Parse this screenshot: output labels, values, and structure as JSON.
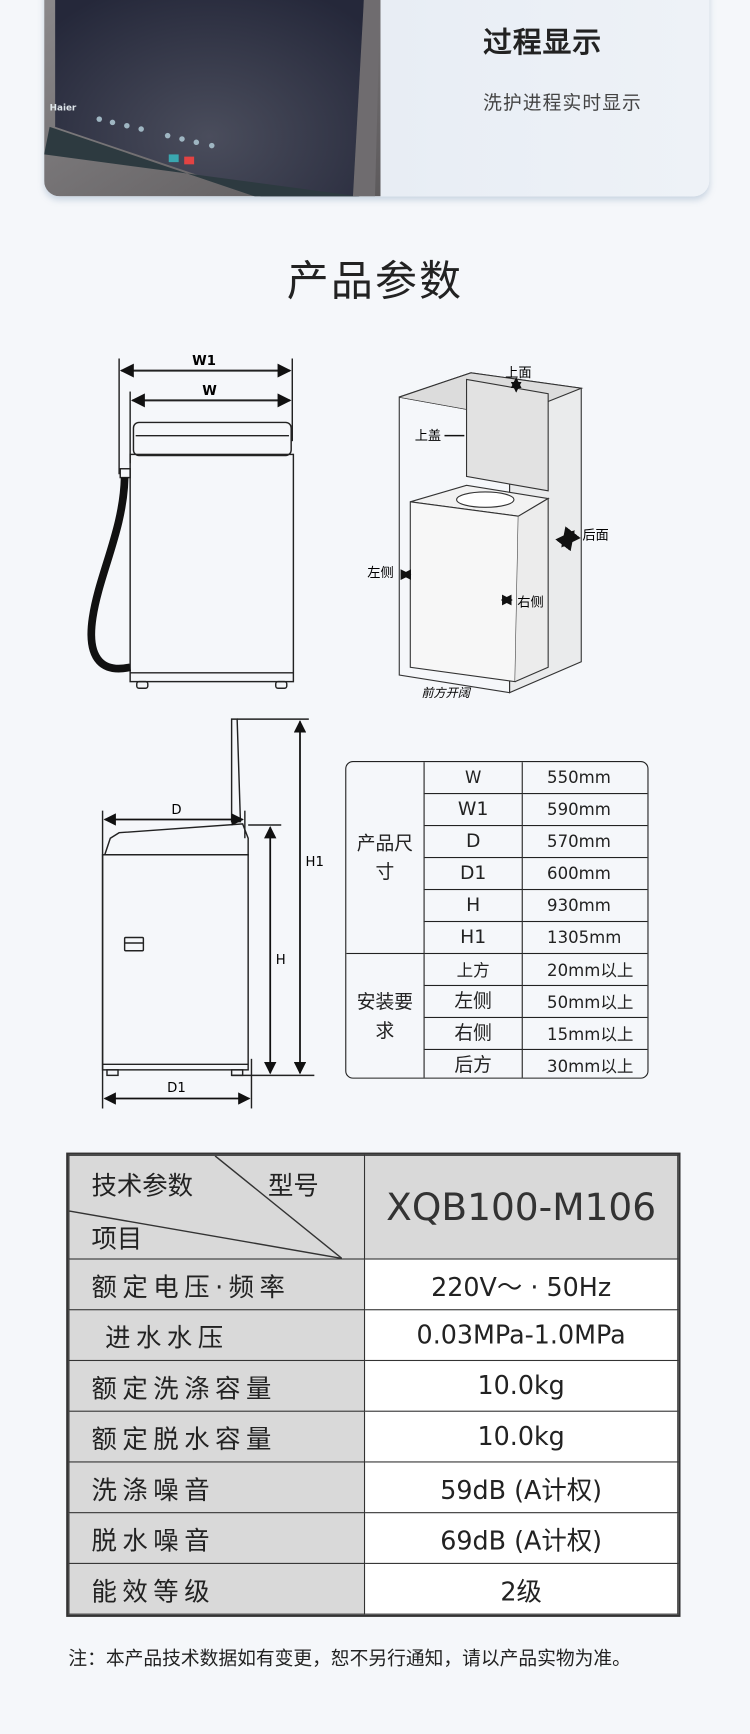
{
  "feature": {
    "title": "过程显示",
    "subtitle": "洗护进程实时显示"
  },
  "section_title": "产品参数",
  "diagram_labels": {
    "w1": "W1",
    "w": "W",
    "top": "上面",
    "lid": "上盖",
    "back": "后面",
    "left": "左侧",
    "right": "右侧",
    "front": "前方开阔",
    "d": "D",
    "d1": "D1",
    "h": "H",
    "h1": "H1"
  },
  "dimensions": {
    "group1": "产品尺寸",
    "group2": "安装要求",
    "rows": [
      {
        "key": "W",
        "value": "550mm"
      },
      {
        "key": "W1",
        "value": "590mm"
      },
      {
        "key": "D",
        "value": "570mm"
      },
      {
        "key": "D1",
        "value": "600mm"
      },
      {
        "key": "H",
        "value": "930mm"
      },
      {
        "key": "H1",
        "value": "1305mm"
      },
      {
        "key": "上方",
        "value": "20mm以上"
      },
      {
        "key": "左侧",
        "value": "50mm以上"
      },
      {
        "key": "右侧",
        "value": "15mm以上"
      },
      {
        "key": "后方",
        "value": "30mm以上"
      }
    ]
  },
  "specs": {
    "header": {
      "tech": "技术参数",
      "model_label": "型号",
      "item": "项目",
      "model": "XQB100-M106"
    },
    "rows": [
      {
        "label": "额定电压·频率",
        "value": "220V～ · 50Hz"
      },
      {
        "label": " 进水水压",
        "value": "0.03MPa-1.0MPa"
      },
      {
        "label": "额定洗涤容量",
        "value": "10.0kg"
      },
      {
        "label": "额定脱水容量",
        "value": "10.0kg"
      },
      {
        "label": "洗涤噪音",
        "value": "59dB (A计权)"
      },
      {
        "label": "脱水噪音",
        "value": "69dB (A计权)"
      },
      {
        "label": "能效等级",
        "value": "2级"
      }
    ]
  },
  "note": "注：本产品技术数据如有变更，恕不另行通知，请以产品实物为准。"
}
